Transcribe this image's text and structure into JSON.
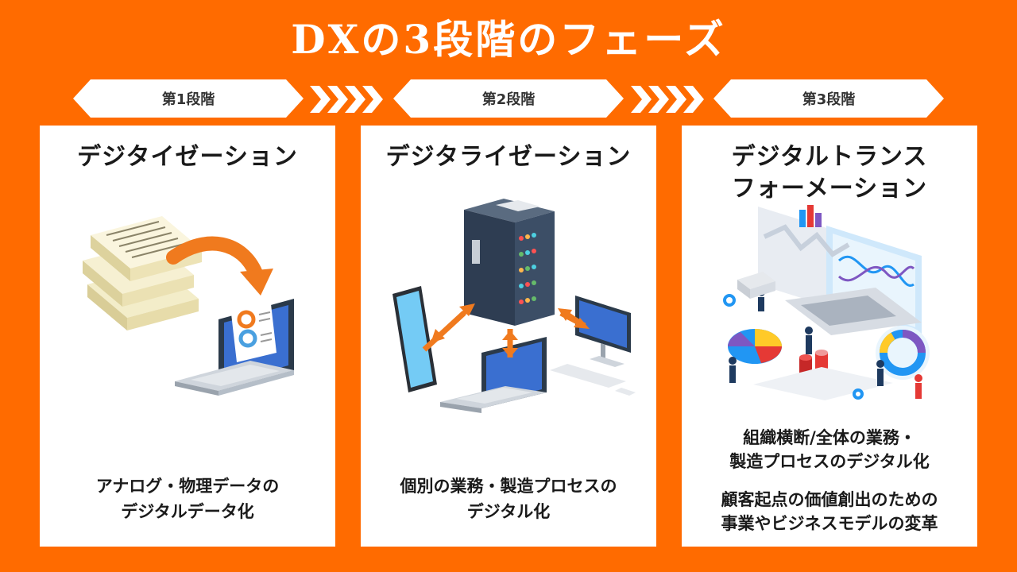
{
  "title": "DXの3段階のフェーズ",
  "stages": [
    {
      "label": "第1段階",
      "heading_lines": [
        "デジタイゼーション"
      ],
      "description_lines": [
        "アナログ・物理データの",
        "デジタルデータ化"
      ]
    },
    {
      "label": "第2段階",
      "heading_lines": [
        "デジタライゼーション"
      ],
      "description_lines": [
        "個別の業務・製造プロセスの",
        "デジタル化"
      ]
    },
    {
      "label": "第3段階",
      "heading_lines": [
        "デジタルトランス",
        "フォーメーション"
      ],
      "description_lines": [
        "組織横断/全体の業務・",
        "製造プロセスのデジタル化",
        "顧客起点の価値創出のための",
        "事業やビジネスモデルの変革"
      ]
    }
  ],
  "colors": {
    "background": "#FF6B00",
    "card": "#FFFFFF",
    "text": "#1A1A1A",
    "accent": "#F07A1E"
  }
}
